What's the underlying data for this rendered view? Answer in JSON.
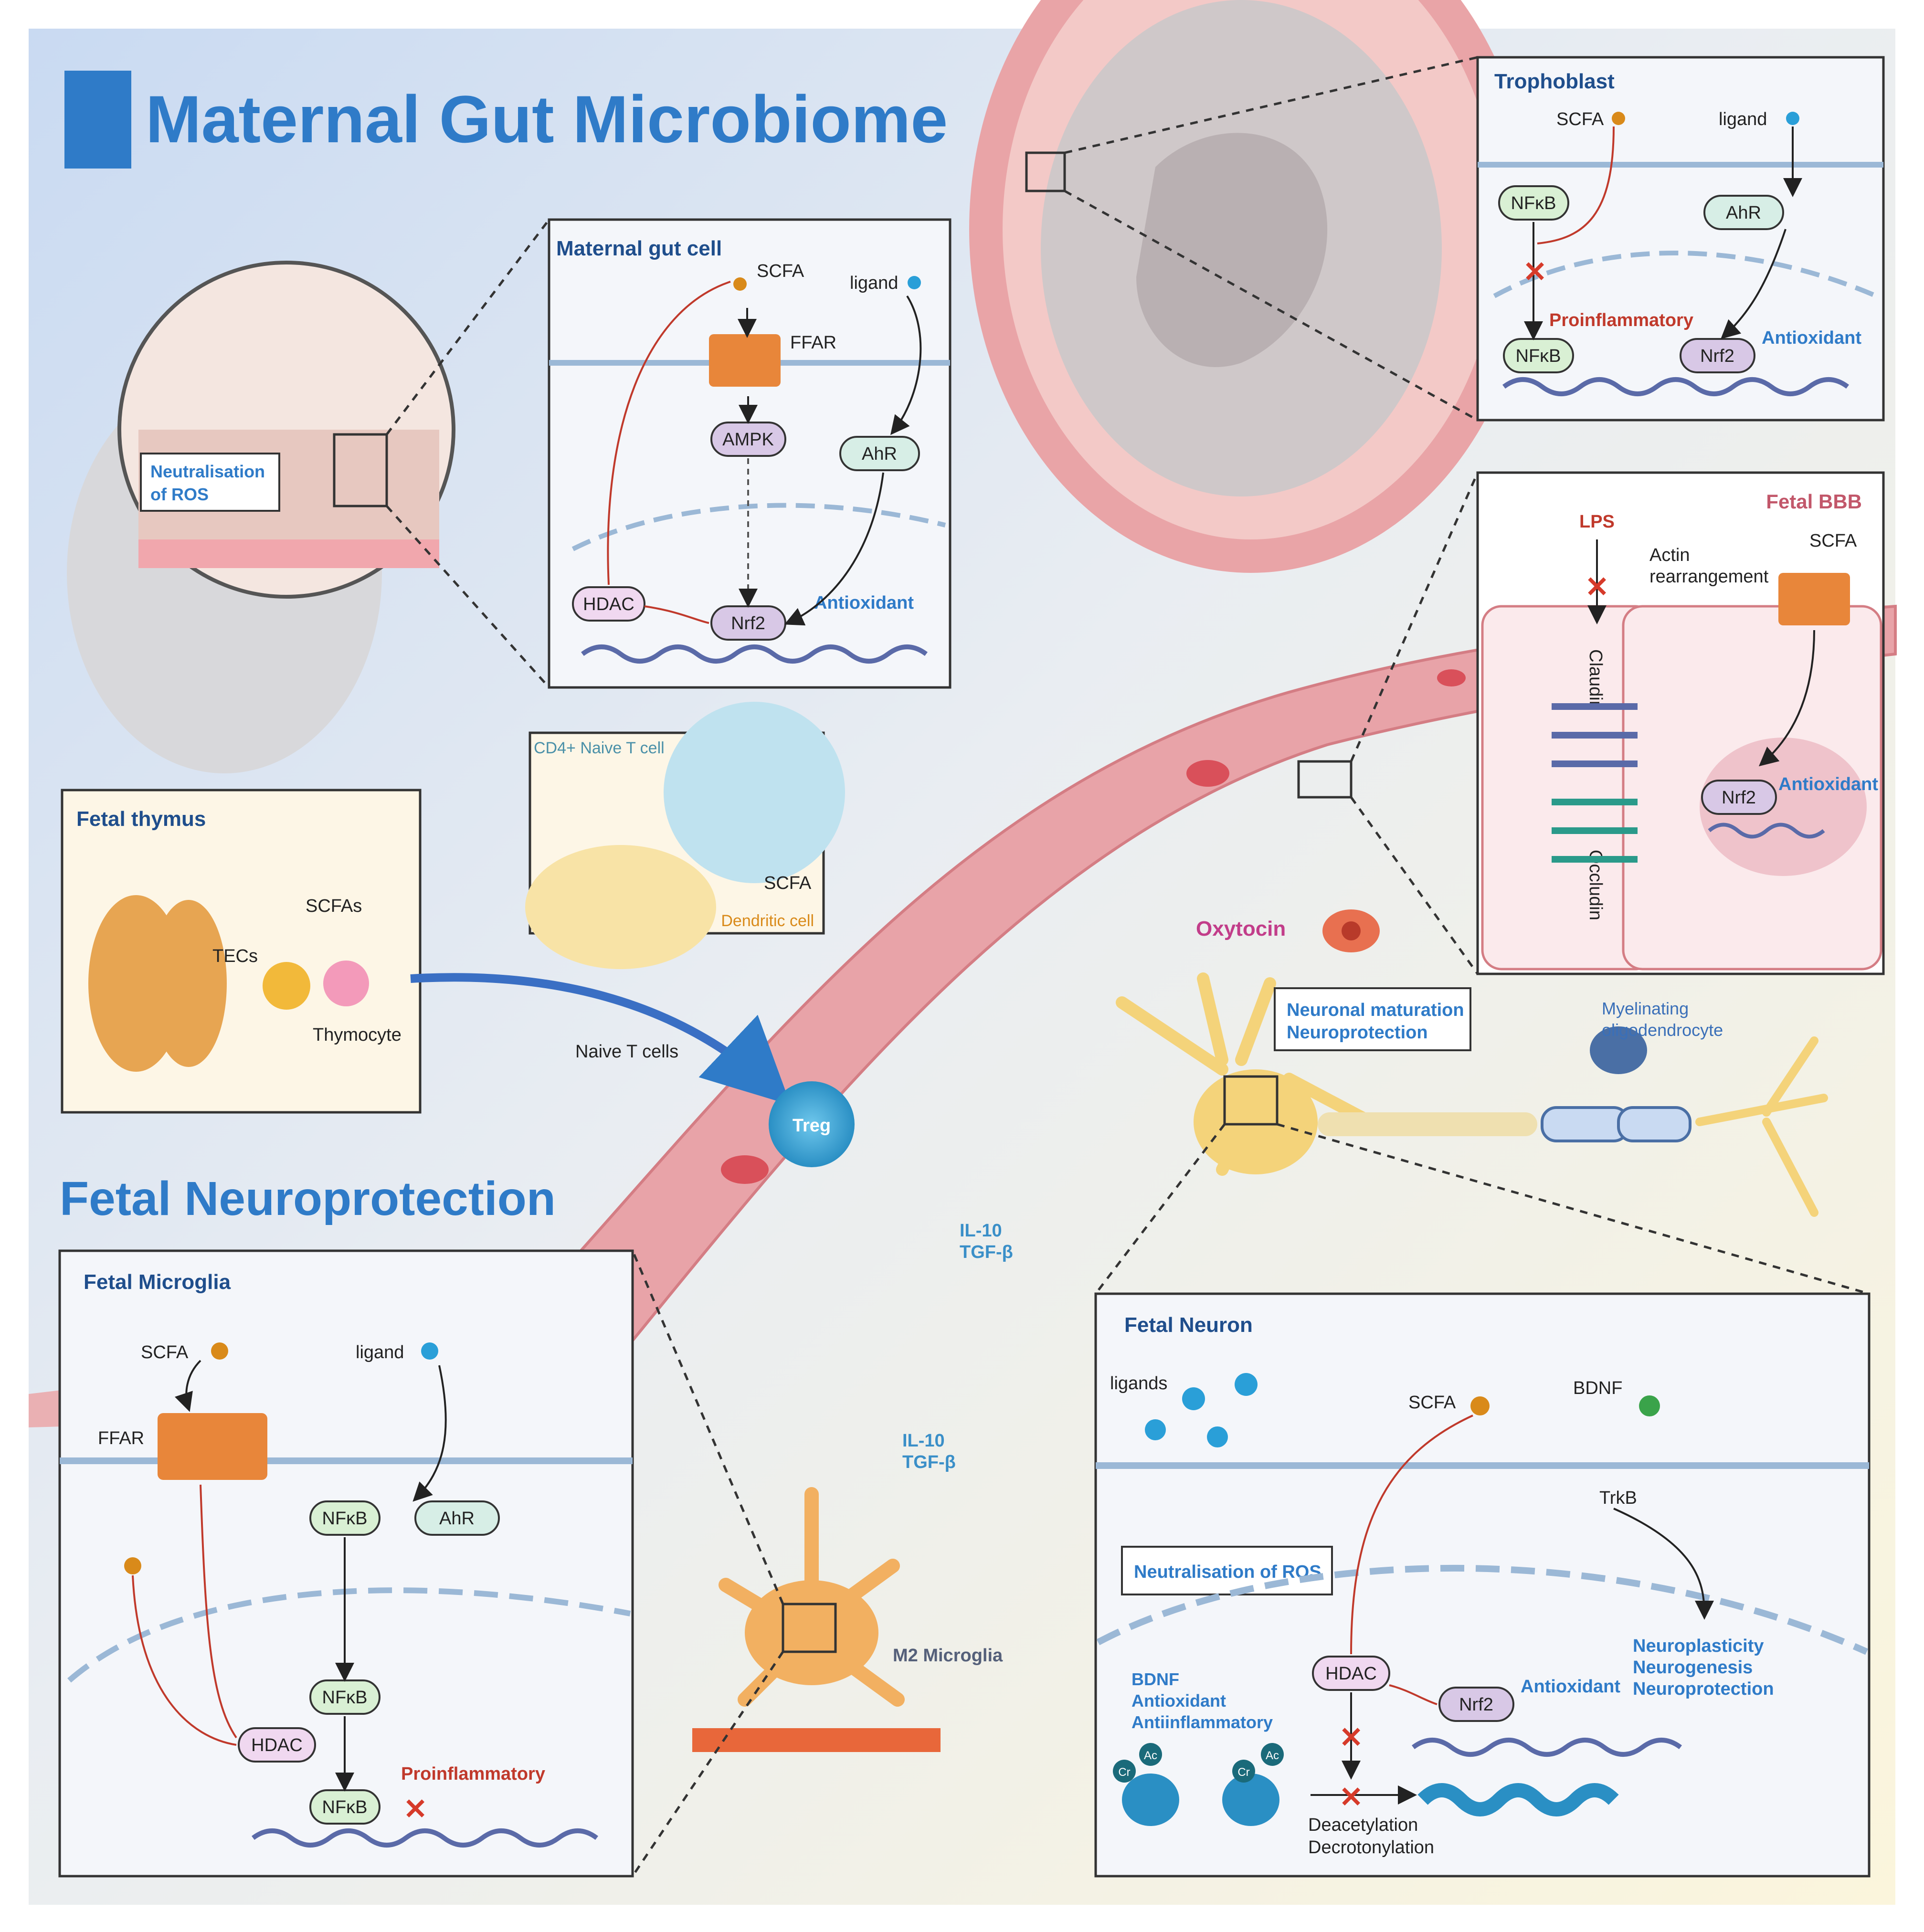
{
  "headings": {
    "gut": "Maternal Gut Microbiome",
    "fetal": "Fetal Neuroprotection"
  },
  "gut_circle": {
    "ros": "Neutralisation\nof ROS",
    "ros_l1": "Neutralisation",
    "ros_l2": "of ROS"
  },
  "maternal_gut_cell": {
    "title": "Maternal gut cell",
    "scfa": "SCFA",
    "ligand": "ligand",
    "ffar": "FFAR",
    "ampk": "AMPK",
    "ahr": "AhR",
    "hdac": "HDAC",
    "nrf2": "Nrf2",
    "antioxidant": "Antioxidant"
  },
  "trophoblast": {
    "title": "Trophoblast",
    "scfa": "SCFA",
    "ligand": "ligand",
    "nfkb": "NFκB",
    "ahr": "AhR",
    "proinflammatory": "Proinflammatory",
    "nrf2": "Nrf2",
    "antioxidant": "Antioxidant"
  },
  "fetal_bbb": {
    "title": "Fetal BBB",
    "lps": "LPS",
    "actin_1": "Actin",
    "actin_2": "rearrangement",
    "scfa": "SCFA",
    "claudin": "Claudin",
    "occludin": "Occludin",
    "nrf2": "Nrf2",
    "antioxidant": "Antioxidant"
  },
  "fetal_thymus": {
    "title": "Fetal thymus",
    "scfas": "SCFAs",
    "tecs": "TECs",
    "thymocyte": "Thymocyte"
  },
  "cd4_panel": {
    "title": "CD4+ Naive T cell",
    "scfa": "SCFA",
    "dendritic": "Dendritic cell"
  },
  "vessel": {
    "naive_t": "Naive T cells",
    "treg": "Treg",
    "il10": "IL-10",
    "tgfb": "TGF-β"
  },
  "neuron_area": {
    "oxytocin": "Oxytocin",
    "maturation_1": "Neuronal maturation",
    "maturation_2": "Neuroprotection",
    "myelin_1": "Myelinating",
    "myelin_2": "oligodendrocyte"
  },
  "microglia_area": {
    "il10": "IL-10",
    "tgfb": "TGF-β",
    "m2": "M2 Microglia"
  },
  "fetal_microglia": {
    "title": "Fetal Microglia",
    "scfa": "SCFA",
    "ligand": "ligand",
    "ffar": "FFAR",
    "nfkb1": "NFκB",
    "ahr": "AhR",
    "nfkb2": "NFκB",
    "hdac": "HDAC",
    "nfkb3": "NFκB",
    "proinflammatory": "Proinflammatory"
  },
  "fetal_neuron": {
    "title": "Fetal Neuron",
    "ligands": "ligands",
    "scfa": "SCFA",
    "bdnf": "BDNF",
    "trkb": "TrkB",
    "ros": "Neutralisation of ROS",
    "hdac": "HDAC",
    "nrf2": "Nrf2",
    "antioxidant": "Antioxidant",
    "np1": "Neuroplasticity",
    "np2": "Neurogenesis",
    "np3": "Neuroprotection",
    "b1": "BDNF",
    "b2": "Antioxidant",
    "b3": "Antiinflammatory",
    "deacetylation": "Deacetylation",
    "decrotonylation": "Decrotonylation",
    "cr": "Cr",
    "ac": "Ac"
  },
  "colors": {
    "heading_blue": "#2f7bc8",
    "panel_title": "#1f4e8c",
    "vessel": "#e8a3a8",
    "scfa": "#d98a1a",
    "ligand": "#2a9fd8",
    "inhibit": "#c0392b",
    "antioxidant": "#2f7bc8",
    "neuron": "#f4d37a",
    "microglia": "#f2b061"
  }
}
